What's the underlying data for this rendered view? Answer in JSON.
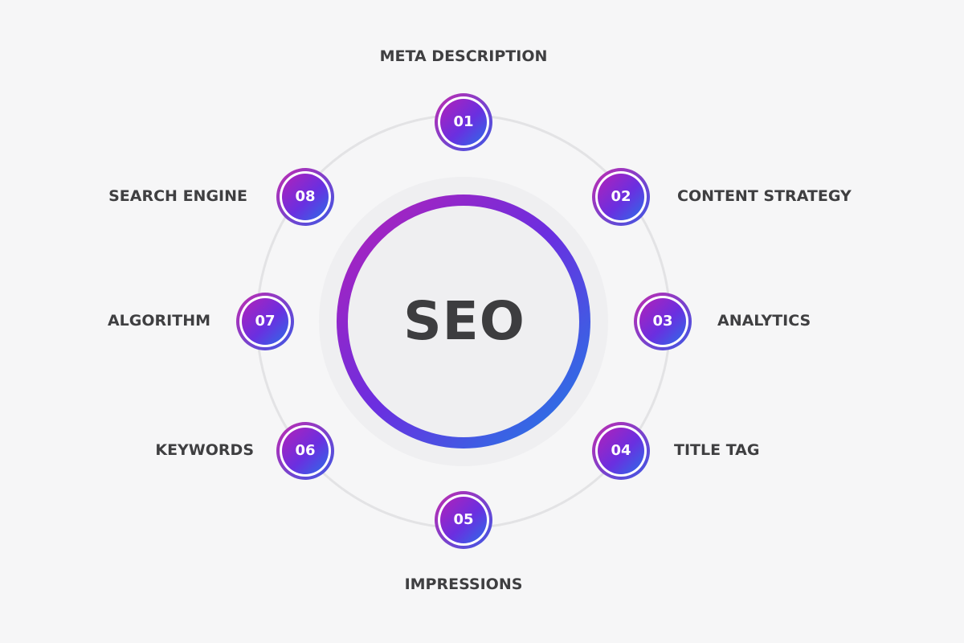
{
  "center": {
    "title": "SEO"
  },
  "items": [
    {
      "number": "01",
      "label": "META DESCRIPTION"
    },
    {
      "number": "02",
      "label": "CONTENT STRATEGY"
    },
    {
      "number": "03",
      "label": "ANALYTICS"
    },
    {
      "number": "04",
      "label": "TITLE TAG"
    },
    {
      "number": "05",
      "label": "IMPRESSIONS"
    },
    {
      "number": "06",
      "label": "KEYWORDS"
    },
    {
      "number": "07",
      "label": "ALGORITHM"
    },
    {
      "number": "08",
      "label": "SEARCH ENGINE"
    }
  ],
  "colors": {
    "background": "#f6f6f7",
    "gradient_magenta": "#b321b8",
    "gradient_violet": "#6a2fe0",
    "gradient_blue": "#1f7fe6",
    "text_dark": "#3f3f41",
    "orbit_ring": "#e3e3e5",
    "center_fill": "#efeff1"
  }
}
